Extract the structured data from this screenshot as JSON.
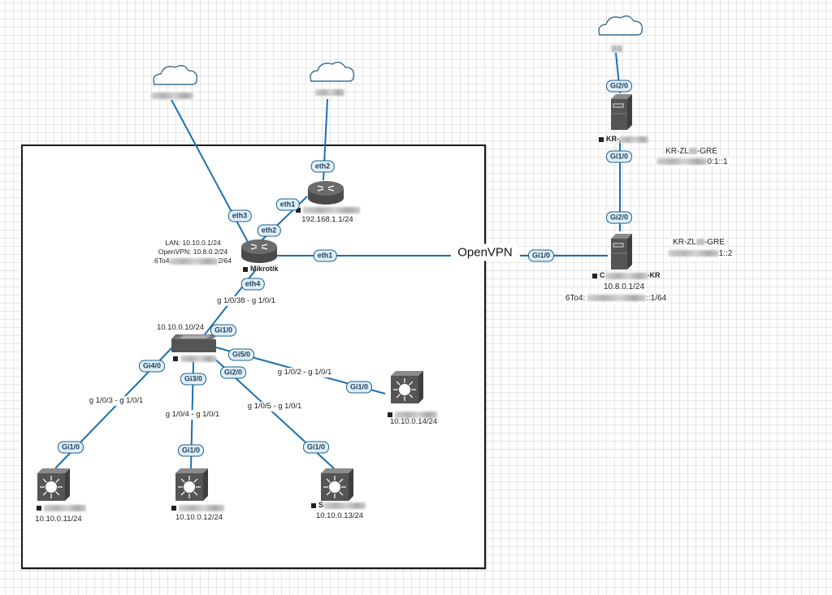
{
  "diagram": {
    "clouds": [
      {
        "id": "cloud-internet-1",
        "label_redacted": true
      },
      {
        "id": "cloud-internet-2",
        "label_redacted": true
      },
      {
        "id": "cloud-internet-3",
        "label_redacted": true
      }
    ],
    "mikrotik": {
      "name": "Mikrotik",
      "info": [
        "LAN: 10.10.0.1/24",
        "OpenVPN: 10.8.0.2/24",
        "6To4",
        "2/64"
      ]
    },
    "home_router": {
      "ip": "192.168.1.1/24"
    },
    "core_switch": {
      "ip": "10.10.0.10/24"
    },
    "access_switches": [
      {
        "id": "sw11",
        "ip": "10.10.0.11/24",
        "name_prefix": ""
      },
      {
        "id": "sw12",
        "ip": "10.10.0.12/24",
        "name_prefix": ""
      },
      {
        "id": "sw13",
        "ip": "10.10.0.13/24",
        "name_prefix": "S"
      },
      {
        "id": "sw14",
        "ip": "10.10.0.14/24",
        "name_prefix": ""
      }
    ],
    "server_top": {
      "name_prefix": "KR-",
      "gre_label": [
        "KR-ZL",
        "-GRE"
      ],
      "gre_ip_suffix": "0:1::1"
    },
    "server_bottom": {
      "name_prefix": "C",
      "name_suffix": "-KR",
      "ip": "10.8.0.1/24",
      "sixto4_prefix": "6To4:",
      "sixto4_suffix": "::1/64",
      "gre_label": [
        "KR-ZL",
        "-GRE"
      ],
      "gre_ip_suffix": "1::2"
    },
    "vpn_label": "OpenVPN",
    "ports": {
      "cloud1_mik": "eth3",
      "cloud2_home": "eth2",
      "home_mik_a": "eth1",
      "home_mik_b": "eth2",
      "mik_vpn": "eth1",
      "mik_down": "eth4",
      "core_up": "Gi1/0",
      "core_gi4": "Gi4/0",
      "core_gi3": "Gi3/0",
      "core_gi2": "Gi2/0",
      "core_gi5": "Gi5/0",
      "sw11_up": "Gi1/0",
      "sw12_up": "Gi1/0",
      "sw13_up": "Gi1/0",
      "sw14_up": "Gi1/0",
      "vpn_server": "Gi1/0",
      "srv_top_up": "Gi2/0",
      "srv_top_down": "Gi1/0",
      "srv_bottom_up": "Gi2/0"
    },
    "link_labels": {
      "mik_core": "g 1/0/38 -  g 1/0/1",
      "core_sw11": "g 1/0/3 -  g 1/0/1",
      "core_sw12": "g 1/0/4 -  g 1/0/1",
      "core_sw13": "g 1/0/5 -  g 1/0/1",
      "core_sw14": "g 1/0/2 -  g 1/0/1"
    },
    "colors": {
      "link": "#1f6fae",
      "device": "#555555",
      "pill_bg": "#dff0fb",
      "pill_border": "#1f5f8b"
    }
  }
}
